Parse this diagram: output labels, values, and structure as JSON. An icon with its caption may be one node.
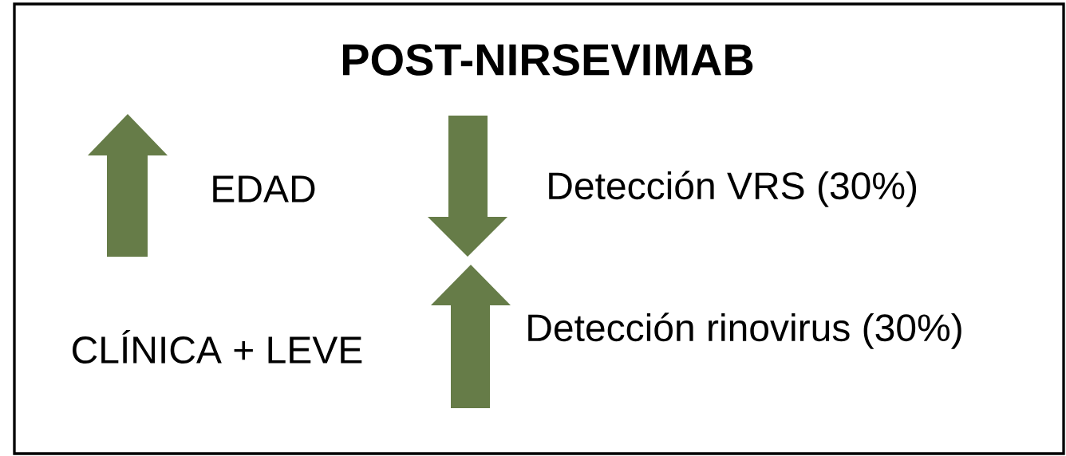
{
  "diagram": {
    "title": "POST-NIRSEVIMAB",
    "labels": [
      "EDAD",
      "Detección VRS (30%)",
      "CLÍNICA + LEVE",
      "Detección rinovirus (30%)"
    ]
  }
}
